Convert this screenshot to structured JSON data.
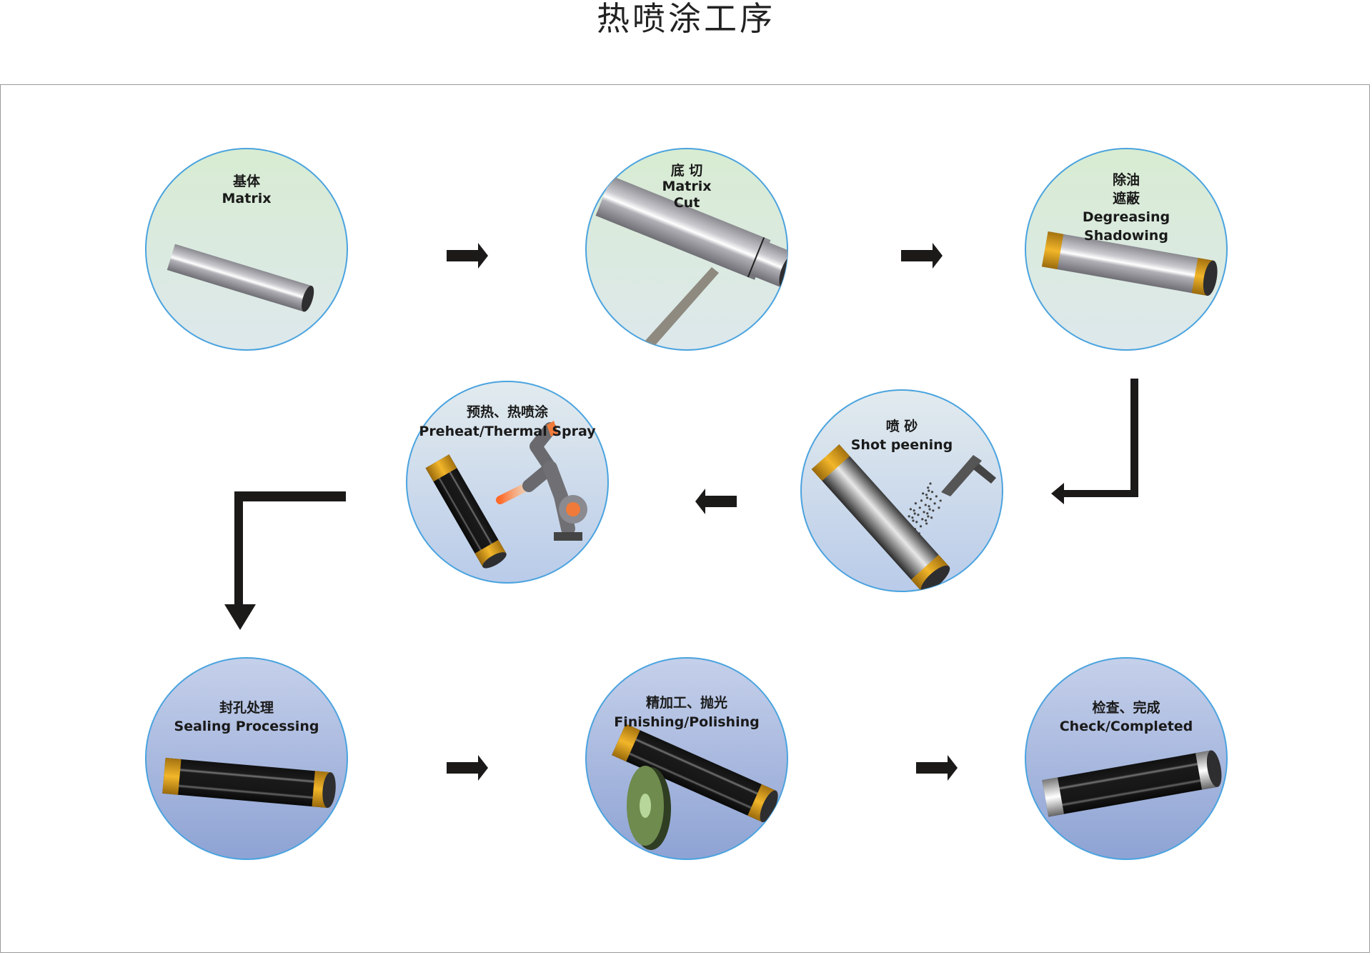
{
  "title": "热喷涂工序",
  "steps": [
    {
      "id": "matrix",
      "lines": [
        "基体",
        "Matrix"
      ]
    },
    {
      "id": "matrix-cut",
      "lines": [
        "底 切",
        "Matrix",
        "Cut"
      ]
    },
    {
      "id": "degreasing",
      "lines": [
        "除油",
        "遮蔽",
        "Degreasing",
        "Shadowing"
      ]
    },
    {
      "id": "shot-peening",
      "lines": [
        "喷 砂",
        "Shot peening"
      ]
    },
    {
      "id": "thermal-spray",
      "lines": [
        "预热、热喷涂",
        "Preheat/Thermal Spray"
      ]
    },
    {
      "id": "sealing",
      "lines": [
        "封孔处理",
        "Sealing Processing"
      ]
    },
    {
      "id": "finishing",
      "lines": [
        "精加工、抛光",
        "Finishing/Polishing"
      ]
    },
    {
      "id": "check",
      "lines": [
        "检查、完成",
        "Check/Completed"
      ]
    }
  ],
  "colors": {
    "circle_border": "#4aa3df",
    "arrow": "#1c1a18",
    "gold": "#e0a21c"
  }
}
